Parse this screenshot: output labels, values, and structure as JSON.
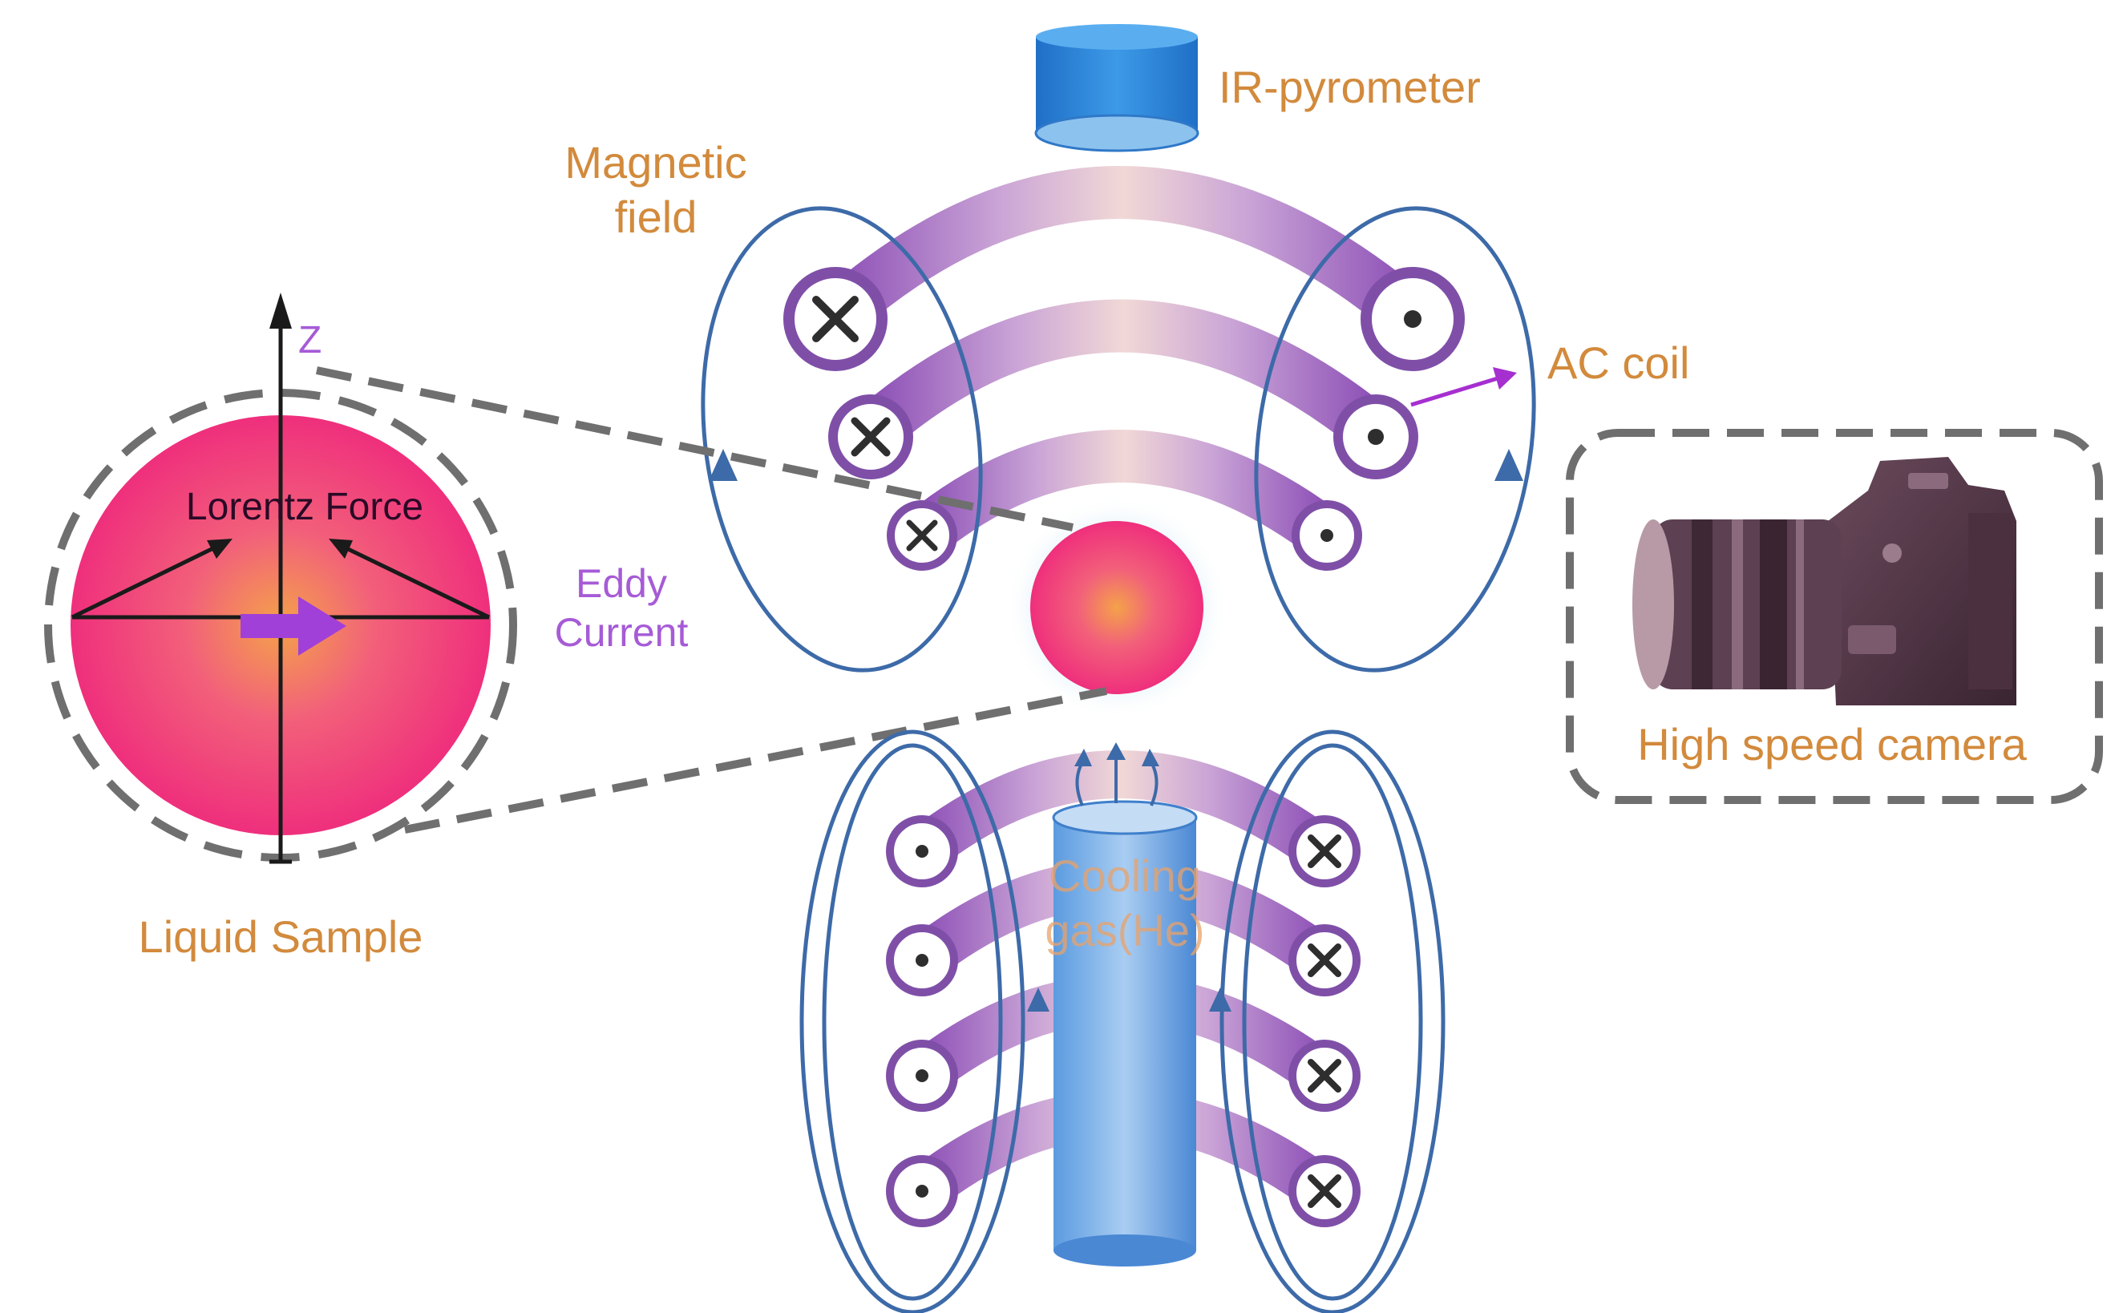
{
  "labels": {
    "ir_pyrometer": "IR-pyrometer",
    "magnetic_field_line1": "Magnetic",
    "magnetic_field_line2": "field",
    "ac_coil": "AC coil",
    "z_axis": "Z",
    "lorentz_force": "Lorentz Force",
    "eddy_current_line1": "Eddy",
    "eddy_current_line2": "Current",
    "liquid_sample": "Liquid Sample",
    "high_speed_camera": "High speed camera",
    "cooling_gas_line1": "Cooling",
    "cooling_gas_line2": "gas(He)"
  },
  "colors": {
    "label_orange": "#d28a3c",
    "label_purple": "#a65bd6",
    "field_line_blue": "#3d6aa8",
    "coil_purple": "#8e5bb8",
    "sample_pink": "#f0357a",
    "sample_core": "#f29a48",
    "pyrometer_blue": "#2f86d8",
    "dash_gray": "#6f6f6f"
  }
}
